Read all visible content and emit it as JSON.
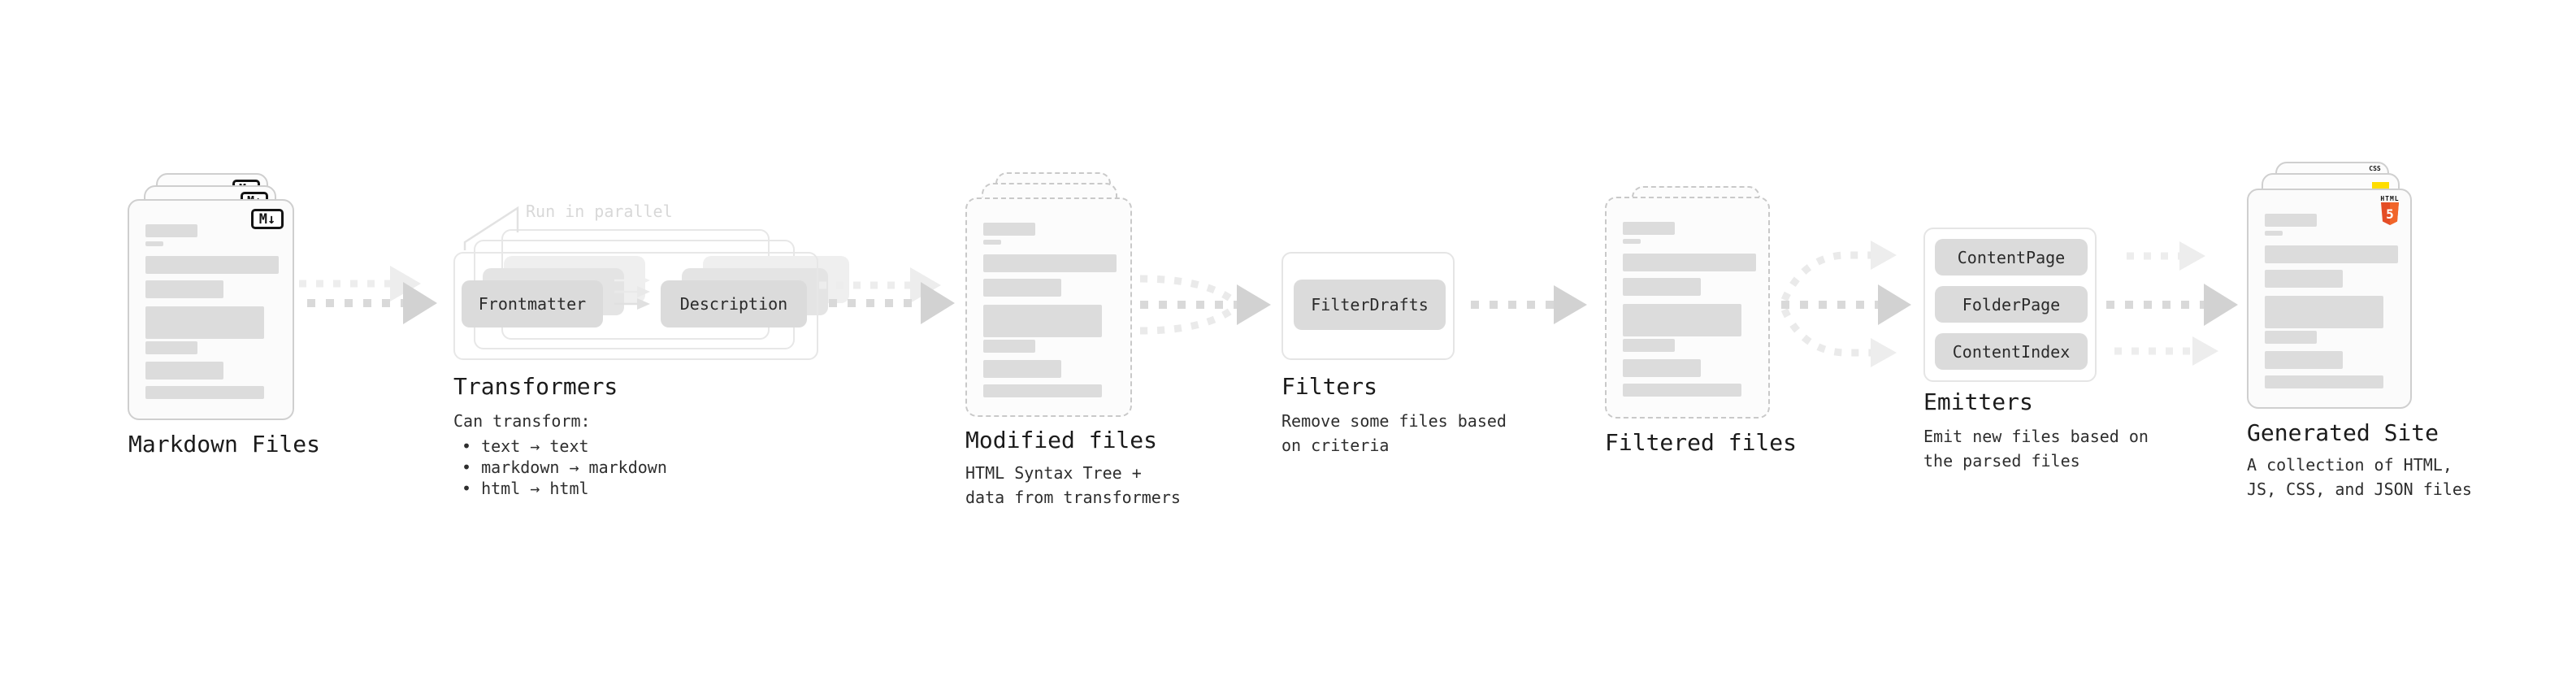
{
  "diagram": {
    "markdown_files": {
      "label": "Markdown Files",
      "badge": "M↓"
    },
    "transformers": {
      "note": "Run in parallel",
      "input_pill": "Frontmatter",
      "output_pill": "Description",
      "title": "Transformers",
      "desc_heading": "Can transform:",
      "bullets": [
        "• text → text",
        "• markdown → markdown",
        "• html → html"
      ]
    },
    "modified_files": {
      "label": "Modified files",
      "subtitle_line1": "HTML Syntax Tree +",
      "subtitle_line2": "data from transformers"
    },
    "filters": {
      "title": "Filters",
      "pill": "FilterDrafts",
      "subtitle_line1": "Remove some files based",
      "subtitle_line2": "on criteria"
    },
    "filtered_files": {
      "label": "Filtered files"
    },
    "emitters": {
      "title": "Emitters",
      "pills": [
        "ContentPage",
        "FolderPage",
        "ContentIndex"
      ],
      "subtitle_line1": "Emit new files based on",
      "subtitle_line2": "the parsed files"
    },
    "generated_site": {
      "label": "Generated Site",
      "subtitle_line1": "A collection of HTML,",
      "subtitle_line2": "JS, CSS, and JSON files",
      "html_badge_label": "HTML",
      "html_badge_number": "5",
      "css_badge_label": "CSS"
    },
    "colors": {
      "html5_orange": "#e44d26",
      "html5_orange_light": "#f16529",
      "js_yellow": "#ffdd00",
      "css_blue": "#2f6ae0"
    }
  }
}
